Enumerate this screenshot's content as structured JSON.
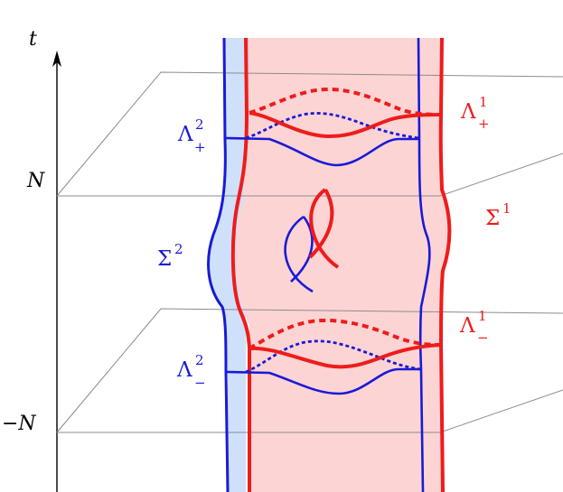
{
  "axis": {
    "variable": "t",
    "upper_level": "N",
    "lower_level": "−N"
  },
  "surfaces": [
    {
      "id": "sigma1",
      "base": "Σ",
      "sup": "1",
      "sub": "",
      "color": "#ee1c1c"
    },
    {
      "id": "sigma2",
      "base": "Σ",
      "sup": "2",
      "sub": "",
      "color": "#1a1ad6"
    }
  ],
  "legendrians": [
    {
      "id": "lambda1_plus",
      "base": "Λ",
      "sup": "1",
      "sub": "+",
      "color": "#ee1c1c"
    },
    {
      "id": "lambda2_plus",
      "base": "Λ",
      "sup": "2",
      "sub": "+",
      "color": "#1a1ad6"
    },
    {
      "id": "lambda1_minus",
      "base": "Λ",
      "sup": "1",
      "sub": "−",
      "color": "#ee1c1c"
    },
    {
      "id": "lambda2_minus",
      "base": "Λ",
      "sup": "2",
      "sub": "−",
      "color": "#1a1ad6"
    }
  ],
  "colors": {
    "red": "#ee1c1c",
    "blue": "#1a1ad6",
    "red_fill": "#fdd4d4",
    "blue_fill": "#cfe0fa",
    "plane": "#8c8c8c"
  }
}
